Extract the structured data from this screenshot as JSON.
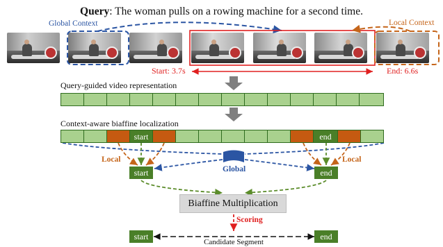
{
  "query": {
    "prefix": "Query",
    "text": ": The woman pulls on a rowing machine for a second time."
  },
  "labels": {
    "global_context": "Global Context",
    "local_context": "Local Context",
    "start_time": "Start: 3.7s",
    "end_time": "End: 6.6s",
    "section_representation": "Query-guided video representation",
    "section_localization": "Context-aware biaffine localization",
    "local_left": "Local",
    "local_right": "Local",
    "global": "Global",
    "biaffine": "Biaffine Multiplication",
    "scoring": "Scoring",
    "candidate": "Candidate Segment"
  },
  "tags": {
    "row_start": "start",
    "row_end": "end",
    "mid_start": "start",
    "mid_end": "end",
    "bottom_start": "start",
    "bottom_end": "end"
  },
  "colors": {
    "cell_fill": "#a9d18e",
    "cell_border": "#2e6b1e",
    "tag_fill": "#4a7f28",
    "local_cell": "#c55a11",
    "local_arrow": "#c5651a",
    "global_arrow": "#2b55a3",
    "green_arrow": "#5b8c2a",
    "red_highlight": "#e02020",
    "gray_arrow": "#7f7f7f"
  },
  "icons": [
    "down-arrow-icon",
    "global-context-icon"
  ]
}
